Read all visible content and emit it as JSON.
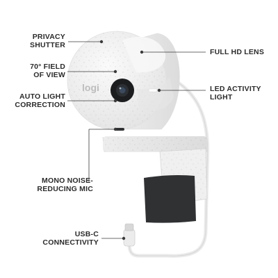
{
  "brand": {
    "logo_text": "logi"
  },
  "callouts": {
    "privacy_shutter": "PRIVACY\nSHUTTER",
    "field_of_view": "70° FIELD\nOF VIEW",
    "auto_light": "AUTO LIGHT\nCORRECTION",
    "mic": "MONO NOISE-\nREDUCING MIC",
    "usb_c": "USB-C\nCONNECTIVITY",
    "full_hd_lens": "FULL HD LENS",
    "led_light": "LED ACTIVITY\nLIGHT"
  },
  "colors": {
    "body": "#f1f1f1",
    "shadow": "#d9d9d9",
    "clip": "#2f3133",
    "lens": "#1c1d1f",
    "text": "#2b2b2b",
    "line": "#3a3a3a"
  }
}
